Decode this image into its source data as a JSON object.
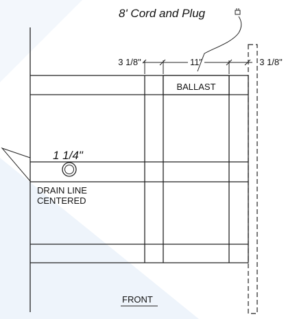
{
  "labels": {
    "cord": "8' Cord and Plug",
    "dim_left": "3 1/8\"",
    "dim_center": "11\"",
    "dim_right": "3 1/8\"",
    "ballast": "BALLAST",
    "pipe_size": "1 1/4\"",
    "drain_line_1": "DRAIN LINE",
    "drain_line_2": "CENTERED",
    "front": "FRONT"
  },
  "colors": {
    "line": "#222222",
    "background_tint": "#eef4fb"
  }
}
